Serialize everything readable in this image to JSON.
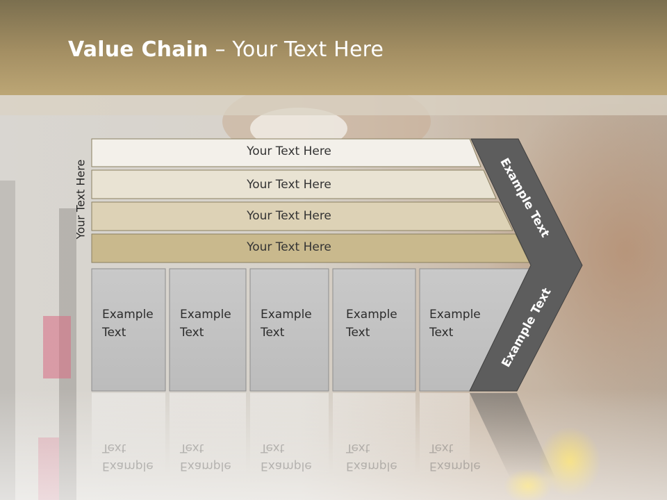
{
  "title": {
    "bold": "Value Chain",
    "rest": " – Your Text Here"
  },
  "side_label": "Your Text Here",
  "rows": [
    {
      "label": "Your Text Here"
    },
    {
      "label": "Your Text Here"
    },
    {
      "label": "Your Text Here"
    },
    {
      "label": "Your Text Here"
    }
  ],
  "columns": [
    {
      "label": "Example\nText"
    },
    {
      "label": "Example\nText"
    },
    {
      "label": "Example\nText"
    },
    {
      "label": "Example\nText"
    },
    {
      "label": "Example\nText"
    }
  ],
  "chevron": {
    "upper_label": "Example Text",
    "lower_label": "Example Text"
  },
  "colors": {
    "header": "#a48f63",
    "row_fills": [
      "#f3f0ea",
      "#e9e3d3",
      "#ddd2b6",
      "#c9b98d"
    ],
    "column_fill": "#c3c3c3",
    "chevron": "#5d5d5d"
  }
}
